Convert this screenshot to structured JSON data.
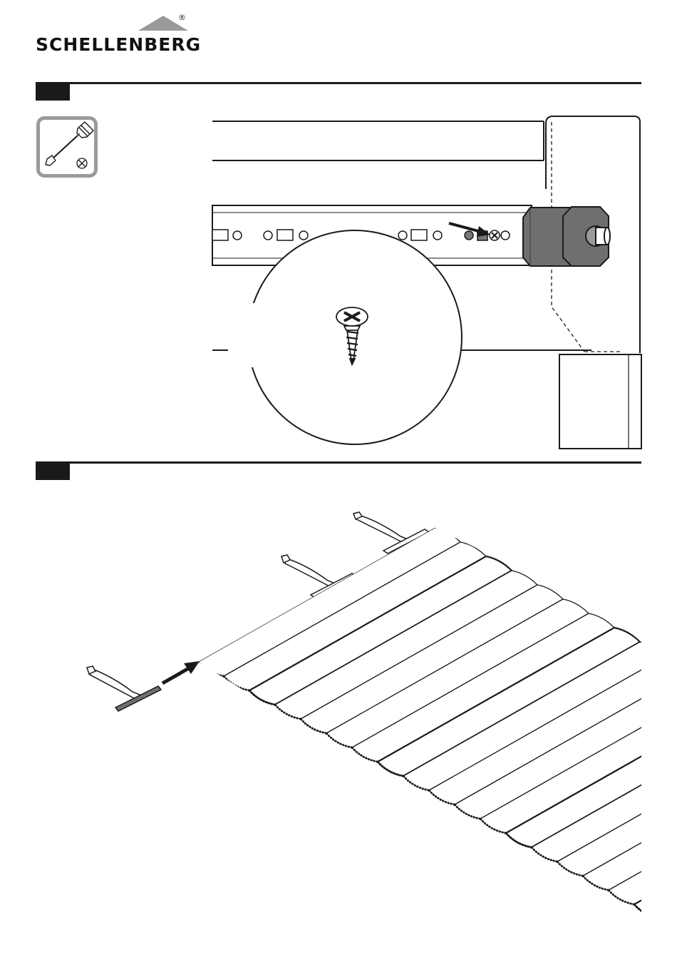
{
  "header": {
    "brand": "SCHELLENBERG",
    "registered_mark": "®"
  },
  "colors": {
    "ink": "#1a1a1a",
    "tool_frame": "#9a9a9a",
    "end_cap": "#6f6f6f",
    "white": "#ffffff"
  },
  "steps": [
    {
      "tool_icons": [
        "screwdriver-icon",
        "phillips-screw-icon"
      ],
      "illustration": "roller-shaft-end-cap-screw"
    },
    {
      "illustration": "roller-shutter-curtain-strap-insertion"
    }
  ]
}
